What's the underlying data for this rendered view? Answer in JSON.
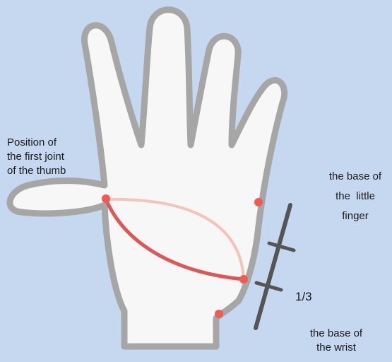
{
  "labels": {
    "thumb_joint": [
      "Position of",
      "the first joint",
      "of the thumb"
    ],
    "little_finger_base": [
      "the base of",
      "the  little",
      "finger"
    ],
    "fraction": "1/3",
    "wrist_base": [
      "the base of",
      "the wrist"
    ]
  },
  "colors": {
    "background": "#c5d8f0",
    "hand_fill": "#f7f7f7",
    "hand_outline": "#a6a6a6",
    "main_curve": "#e05555",
    "faint_curve": "#f4c4b8",
    "dot": "#f05a50",
    "ruler": "#555555"
  }
}
